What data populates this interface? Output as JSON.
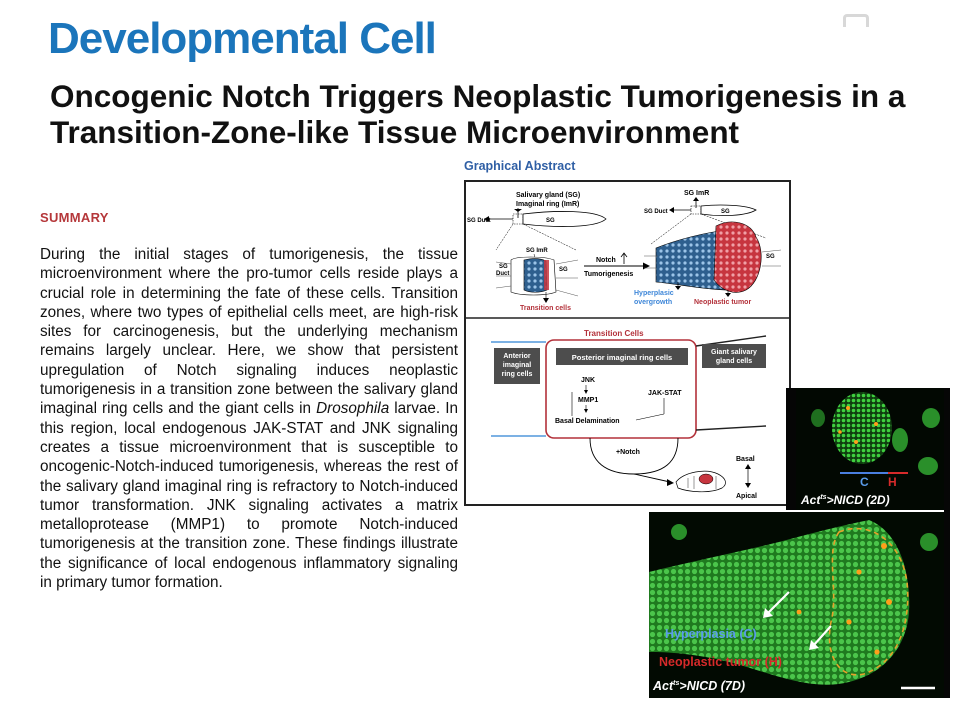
{
  "journal": "Developmental Cell",
  "title": "Oncogenic Notch Triggers Neoplastic Tumorigenesis in a Transition-Zone-like Tissue Microenvironment",
  "summary_heading": "SUMMARY",
  "summary_text": "During the initial stages of tumorigenesis, the tissue microenvironment where the pro-tumor cells reside plays a crucial role in determining the fate of these cells. Transition zones, where two types of epithelial cells meet, are high-risk sites for carcinogenesis, but the underlying mechanism remains largely unclear. Here, we show that persistent upregulation of Notch signaling induces neoplastic tumorigenesis in a transition zone between the salivary gland imaginal ring cells and the giant cells in Drosophila larvae. In this region, local endogenous JAK-STAT and JNK signaling creates a tissue microenvironment that is susceptible to oncogenic-Notch-induced tumorigenesis, whereas the rest of the salivary gland imaginal ring is refractory to Notch-induced tumor transformation. JNK signaling activates a matrix metalloprotease (MMP1) to promote Notch-induced tumorigenesis at the transition zone. These findings illustrate the significance of local endogenous inflammatory signaling in primary tumor formation.",
  "graphical_abstract": {
    "label": "Graphical Abstract",
    "top": {
      "sg_imr_title_1": "Salivary gland (SG)",
      "sg_imr_title_2": "Imaginal ring (ImR)",
      "sg_duct_left": "SG Duct",
      "sg_left": "SG",
      "sg_imr_small": "SG ImR",
      "sg_duct_mid_1": "SG",
      "sg_duct_mid_2": "Duct",
      "sg_mid": "SG",
      "transition_cells": "Transition cells",
      "notch": "Notch",
      "tumorigenesis": "Tumorigenesis",
      "sg_imr_right": "SG ImR",
      "sg_duct_right": "SG Duct",
      "sg_right_1": "SG",
      "sg_right_2": "SG",
      "hyperplasic_1": "Hyperplasic",
      "hyperplasic_2": "overgrowth",
      "neoplastic_tumor": "Neoplastic tumor"
    },
    "bottom": {
      "transition_cells_title": "Transition Cells",
      "anterior_1": "Anterior",
      "anterior_2": "imaginal",
      "anterior_3": "ring cells",
      "posterior": "Posterior imaginal ring cells",
      "giant_1": "Giant salivary",
      "giant_2": "gland cells",
      "jnk": "JNK",
      "mmp1": "MMP1",
      "basal_delamination": "Basal Delamination",
      "jak_stat": "JAK-STAT",
      "plus_notch": "+Notch",
      "basal": "Basal",
      "apical": "Apical"
    }
  },
  "micrographs": {
    "small": {
      "c": "C",
      "h": "H",
      "genotype_prefix": "Act",
      "genotype_sup": "ts",
      "genotype_suffix": ">NICD (2D)"
    },
    "large": {
      "hyperplasia": "Hyperplasia (C)",
      "neoplastic": "Neoplastic tumor (H)",
      "genotype_prefix": "Act",
      "genotype_sup": "ts",
      "genotype_suffix": ">NICD (7D)"
    }
  },
  "colors": {
    "brand_blue": "#1b75bb",
    "summary_red": "#b5373a",
    "ga_blue": "#2f5fa5",
    "hyperplasia_blue": "#5a9bea",
    "tumor_red": "#d62a2a",
    "transition_red": "#b3313a"
  }
}
